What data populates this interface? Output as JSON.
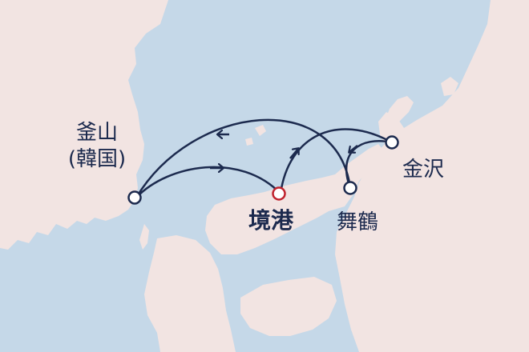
{
  "colors": {
    "sea": "#c5d8e8",
    "land": "#f2e4e2",
    "route": "#1c2a4e",
    "hub": "#c0232e",
    "node": "#ffffff"
  },
  "ports": {
    "busan": {
      "line1": "釜山",
      "line2": "(韓国)"
    },
    "sakaiminato": {
      "label": "境港"
    },
    "maizuru": {
      "label": "舞鶴"
    },
    "kanazawa": {
      "label": "金沢"
    }
  }
}
